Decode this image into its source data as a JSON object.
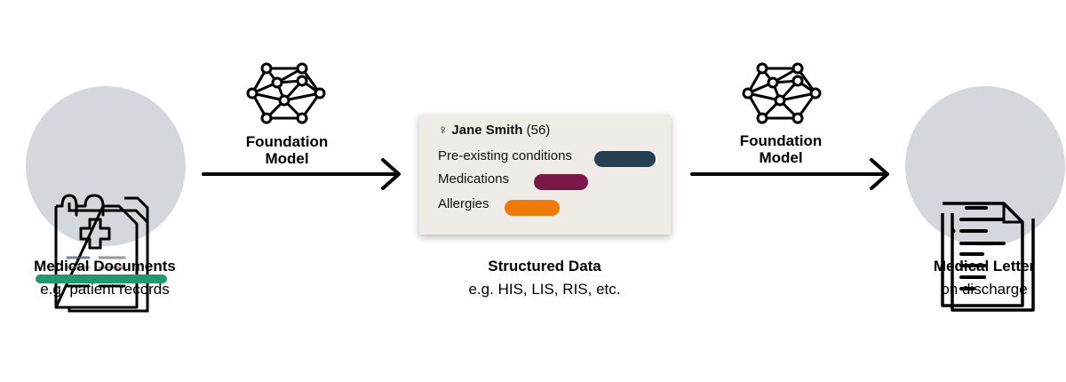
{
  "nodes": {
    "documents": {
      "title": "Medical Documents",
      "subtitle": "e.g. patient records",
      "icon": "medical-document-icon"
    },
    "structured": {
      "title": "Structured Data",
      "subtitle": "e.g. HIS, LIS, RIS, etc."
    },
    "letter": {
      "title": "Medical Letter",
      "subtitle": "on discharge",
      "icon": "letter-document-icon"
    }
  },
  "models": [
    {
      "line1": "Foundation",
      "line2": "Model",
      "icon": "neural-network-icon"
    },
    {
      "line1": "Foundation",
      "line2": "Model",
      "icon": "neural-network-icon"
    }
  ],
  "card": {
    "gender_symbol": "♀",
    "patient_name": "Jane Smith",
    "patient_age": "(56)",
    "rows": [
      {
        "label": "Pre-existing conditions",
        "color": "#263f52"
      },
      {
        "label": "Medications",
        "color": "#7c1847"
      },
      {
        "label": "Allergies",
        "color": "#ee7a0a"
      }
    ]
  },
  "colors": {
    "circle": "#d4d8dc",
    "scan_line": "#1f9a6e",
    "card_bg": "#efebe6",
    "arrow": "#000000"
  }
}
